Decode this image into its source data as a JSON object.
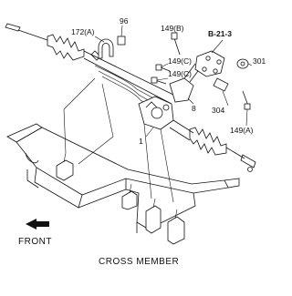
{
  "callouts": {
    "c96": "96",
    "c172a": "172(A)",
    "c149b": "149(B)",
    "ref_b213": "B-21-3",
    "c149c_1": "149(C)",
    "c149c_2": "149(C)",
    "c301": "301",
    "c8": "8",
    "c304": "304",
    "c149a": "149(A)",
    "c1": "1"
  },
  "captions": {
    "front": "FRONT",
    "cross_member": "CROSS MEMBER"
  },
  "colors": {
    "line": "#111111",
    "background": "#ffffff"
  }
}
